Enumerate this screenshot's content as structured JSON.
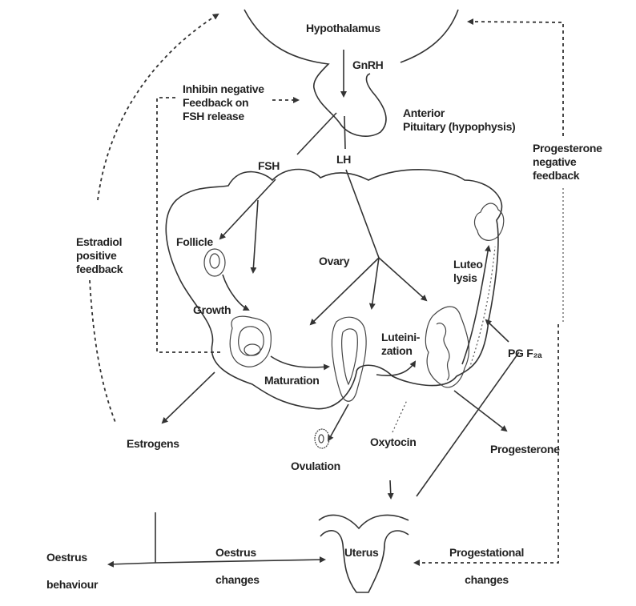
{
  "diagram": {
    "colors": {
      "ink": "#222222",
      "background": "#ffffff"
    },
    "nodes": {
      "hypothalamus": "Hypothalamus",
      "gnrh": "GnRH",
      "anterior_pituitary": "Anterior\nPituitary (hypophysis)",
      "inhibin": "Inhibin negative\nFeedback on\nFSH release",
      "fsh": "FSH",
      "lh": "LH",
      "progesterone_feedback": "Progesterone\nnegative\nfeedback",
      "estradiol_feedback": "Estradiol\npositive\nfeedback",
      "follicle": "Follicle",
      "ovary": "Ovary",
      "luteolysis": "Luteo\nlysis",
      "growth": "Growth",
      "luteinization": "Luteini-\nzation",
      "pgf2a": "PG F₂ₐ",
      "maturation": "Maturation",
      "estrogens": "Estrogens",
      "ovulation": "Ovulation",
      "oxytocin": "Oxytocin",
      "progesterone": "Progesterone",
      "oestrus_behaviour": "Oestrus\n\nbehaviour",
      "oestrus_changes": "Oestrus\n\nchanges",
      "uterus": "Uterus",
      "progestational_changes": "Progestational\n\nchanges"
    }
  }
}
